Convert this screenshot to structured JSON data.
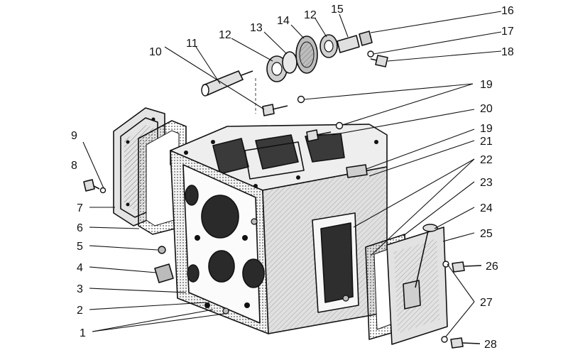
{
  "diagram": {
    "colors": {
      "ink": "#111111",
      "shade": "#d6d6d6",
      "dark": "#3a3a3a",
      "paper": "#ffffff"
    },
    "labels": {
      "l1": "1",
      "l2": "2",
      "l3": "3",
      "l4": "4",
      "l5": "5",
      "l6": "6",
      "l7": "7",
      "l8": "8",
      "l9": "9",
      "l10": "10",
      "l11": "11",
      "l12a": "12",
      "l12b": "12",
      "l13": "13",
      "l14": "14",
      "l15": "15",
      "l16": "16",
      "l17": "17",
      "l18": "18",
      "l19a": "19",
      "l19b": "19",
      "l20": "20",
      "l21": "21",
      "l22": "22",
      "l23": "23",
      "l24": "24",
      "l25": "25",
      "l26": "26",
      "l27": "27",
      "l28": "28"
    }
  }
}
